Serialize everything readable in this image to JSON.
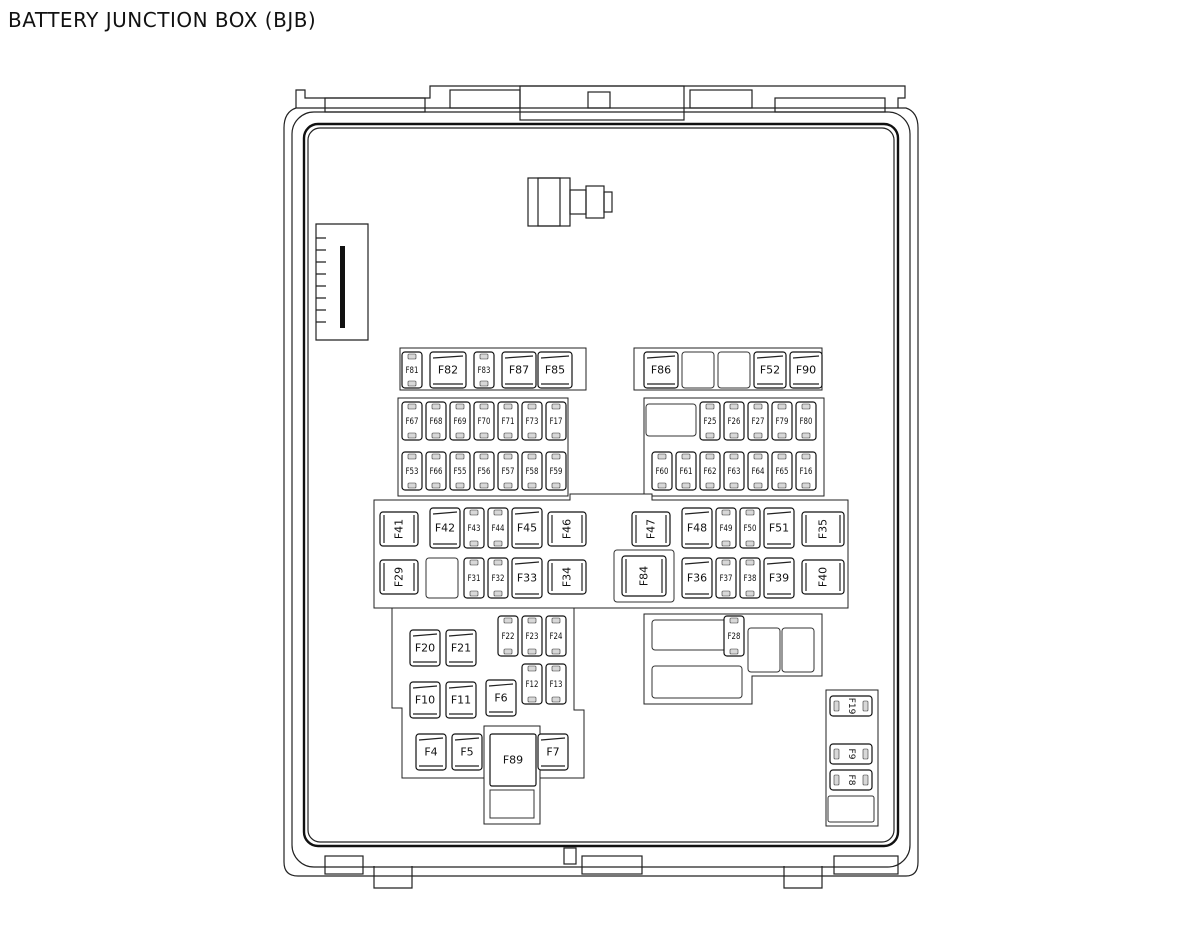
{
  "title": "BATTERY JUNCTION BOX (BJB)",
  "fuses": {
    "F81": "F81",
    "F82": "F82",
    "F83": "F83",
    "F87": "F87",
    "F85": "F85",
    "F86": "F86",
    "F52": "F52",
    "F90": "F90",
    "F67": "F67",
    "F68": "F68",
    "F69": "F69",
    "F70": "F70",
    "F71": "F71",
    "F73": "F73",
    "F17": "F17",
    "F25": "F25",
    "F26": "F26",
    "F27": "F27",
    "F79": "F79",
    "F80": "F80",
    "F53": "F53",
    "F66": "F66",
    "F55": "F55",
    "F56": "F56",
    "F57": "F57",
    "F58": "F58",
    "F59": "F59",
    "F60": "F60",
    "F61": "F61",
    "F62": "F62",
    "F63": "F63",
    "F64": "F64",
    "F65": "F65",
    "F16": "F16",
    "F41": "F41",
    "F42": "F42",
    "F43": "F43",
    "F44": "F44",
    "F45": "F45",
    "F46": "F46",
    "F47": "F47",
    "F48": "F48",
    "F49": "F49",
    "F50": "F50",
    "F51": "F51",
    "F35": "F35",
    "F29": "F29",
    "F31": "F31",
    "F32": "F32",
    "F33": "F33",
    "F34": "F34",
    "F84": "F84",
    "F36": "F36",
    "F37": "F37",
    "F38": "F38",
    "F39": "F39",
    "F40": "F40",
    "F22": "F22",
    "F23": "F23",
    "F24": "F24",
    "F28": "F28",
    "F20": "F20",
    "F21": "F21",
    "F12": "F12",
    "F13": "F13",
    "F10": "F10",
    "F11": "F11",
    "F6": "F6",
    "F4": "F4",
    "F5": "F5",
    "F89": "F89",
    "F7": "F7",
    "F19": "F19",
    "F9": "F9",
    "F8": "F8"
  }
}
